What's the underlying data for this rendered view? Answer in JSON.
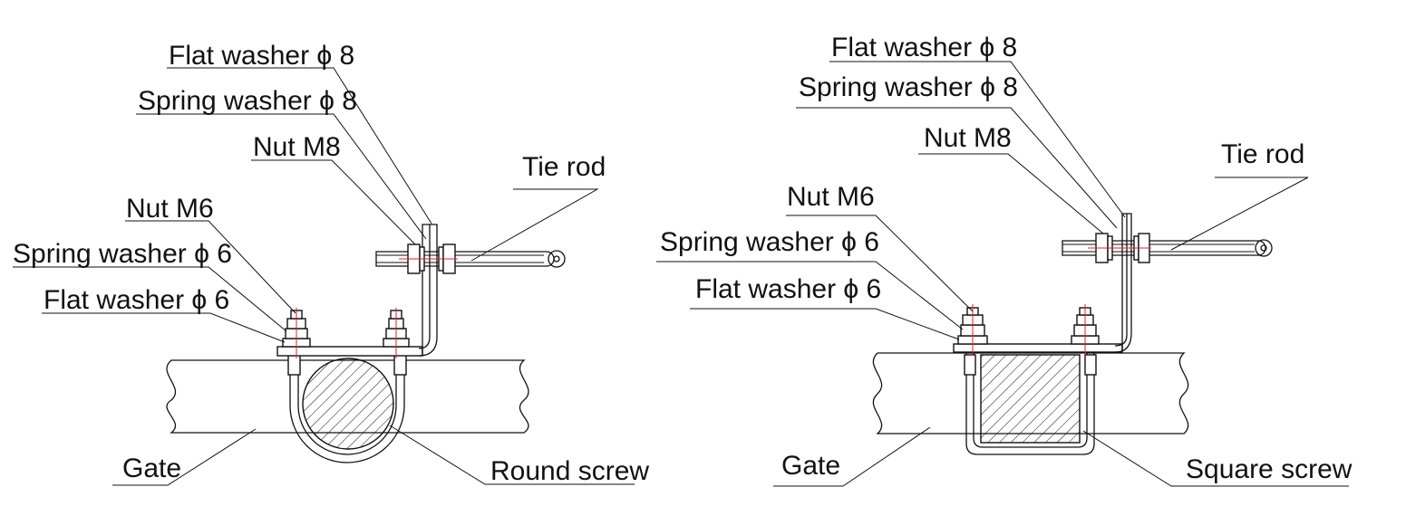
{
  "left": {
    "flat_washer_8": "Flat washer ϕ 8",
    "spring_washer_8": "Spring washer ϕ 8",
    "nut_m8": "Nut M8",
    "tie_rod": "Tie rod",
    "nut_m6": "Nut M6",
    "spring_washer_6": "Spring washer ϕ 6",
    "flat_washer_6": "Flat washer ϕ 6",
    "gate": "Gate",
    "screw": "Round screw"
  },
  "right": {
    "flat_washer_8": "Flat washer ϕ 8",
    "spring_washer_8": "Spring washer ϕ 8",
    "nut_m8": "Nut M8",
    "tie_rod": "Tie rod",
    "nut_m6": "Nut M6",
    "spring_washer_6": "Spring washer ϕ 6",
    "flat_washer_6": "Flat washer ϕ 6",
    "gate": "Gate",
    "screw": "Square screw"
  }
}
